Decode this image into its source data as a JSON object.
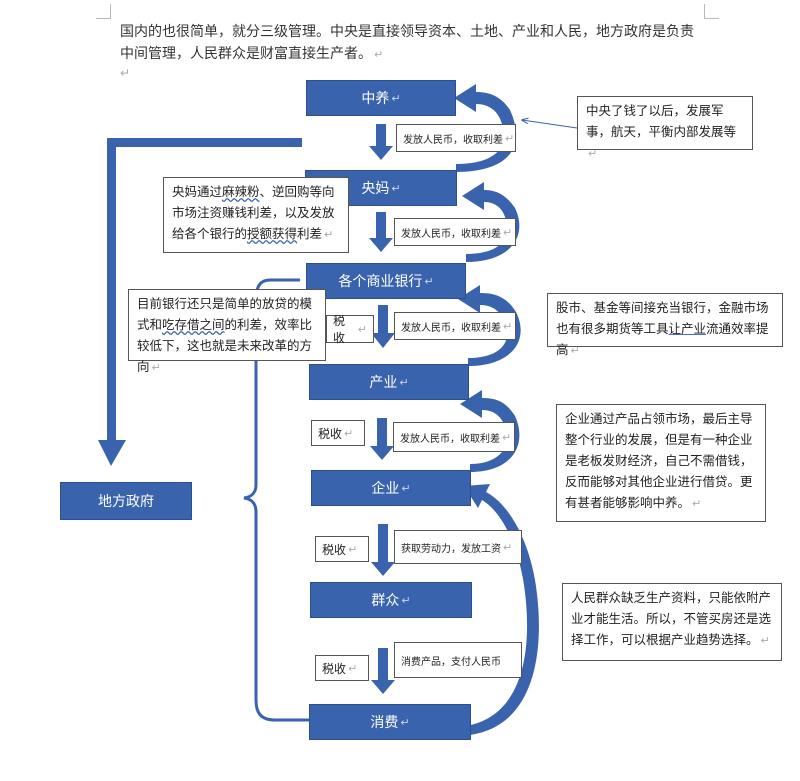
{
  "intro": {
    "text": "国内的也很简单，就分三级管理。中央是直接领导资本、土地、产业和人民，地方政府是负责中间管理，人民群众是财富直接生产者。"
  },
  "nodes": {
    "central": "中养",
    "central_bank": "央妈",
    "banks": "各个商业银行",
    "industry": "产业",
    "enterprise": "企业",
    "people": "群众",
    "consumption": "消费",
    "local_gov": "地方政府"
  },
  "flows": {
    "f1": "发放人民币，收取利差",
    "f2": "发放人民币，收取利差",
    "f3": "发放人民币，收取利差",
    "f4": "发放人民币，收取利差",
    "f5": "获取劳动力，发放工资",
    "f6": "消费产品，支付人民币"
  },
  "tax": {
    "t1": "税收",
    "t2": "税收",
    "t3": "税收",
    "t4": "税收"
  },
  "notes": {
    "central_note": "中央了钱了以后，发展军事，航天，平衡内部发展等",
    "central_bank_note": {
      "p1": "央妈通过",
      "p2": "麻辣粉",
      "p3": "、逆回购等向市场注资赚钱利差，以及发放给各个银行的",
      "p4": "授额获得",
      "p5": "利差"
    },
    "banks_note": {
      "p1": "目前银行还只是简单的放贷的模式和",
      "p2": "吃存借之间",
      "p3": "的利差，效率比较低下，这也就是未来改革的方向"
    },
    "market_note": {
      "p1": "股市、基金等间接充当银行，金融市场也有很多期货等工具",
      "p2": "让产业",
      "p3": "流通效率提高"
    },
    "enterprise_note": "企业通过产品占领市场，最后主导整个行业的发展，但是有一种企业是老板发财经济，自己不需借钱，反而能够对其他企业进行借贷。更有甚者能够影响中养。",
    "people_note": "人民群众缺乏生产资料，只能依附产业才能生活。所以，不管买房还是选择工作，可以根据产业趋势选择。"
  },
  "colors": {
    "node_fill": "#3a63ad",
    "arrow": "#3a63ad"
  }
}
